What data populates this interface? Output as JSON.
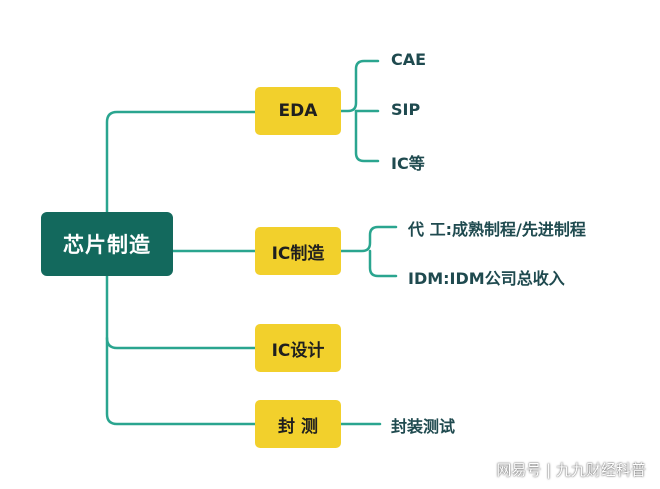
{
  "colors": {
    "root_bg": "#13695d",
    "mid_bg": "#f2d02c",
    "line": "#2aa58f",
    "leaf_text": "#1f4a4f"
  },
  "root": {
    "label": "芯片制造"
  },
  "branches": [
    {
      "label": "EDA",
      "leaves": [
        "CAE",
        "SIP",
        "IC等"
      ]
    },
    {
      "label": "IC制造",
      "leaves": [
        "代 工:成熟制程/先进制程",
        "IDM:IDM公司总收入"
      ]
    },
    {
      "label": "IC设计",
      "leaves": []
    },
    {
      "label": "封 测",
      "leaves": [
        "封装测试"
      ]
    }
  ],
  "watermark": "网易号 | 九九财经科普"
}
